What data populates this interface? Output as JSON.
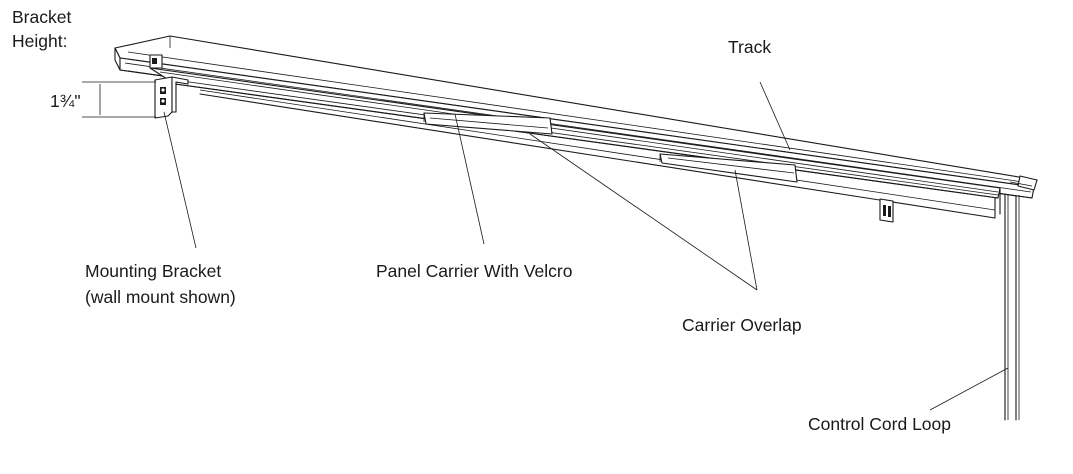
{
  "labels": {
    "bracket_height_line1": "Bracket",
    "bracket_height_line2": "Height:",
    "bracket_height_value": "1¾\"",
    "track": "Track",
    "mounting_bracket_line1": "Mounting Bracket",
    "mounting_bracket_line2": "(wall mount shown)",
    "panel_carrier": "Panel Carrier With Velcro",
    "carrier_overlap": "Carrier Overlap",
    "control_cord_loop": "Control Cord Loop"
  }
}
